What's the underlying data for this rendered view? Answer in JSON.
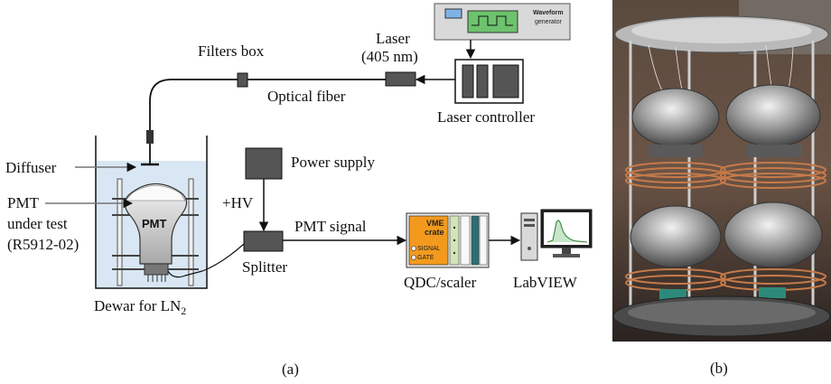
{
  "diagram": {
    "labels": {
      "filters_box": "Filters box",
      "laser_line1": "Laser",
      "laser_line2": "(405 nm)",
      "optical_fiber": "Optical fiber",
      "laser_controller": "Laser controller",
      "waveform_line1": "Waveform",
      "waveform_line2": "generator",
      "diffuser": "Diffuser",
      "pmt_line1": "PMT",
      "pmt_line2": "under test",
      "pmt_line3": "(R5912-02)",
      "pmt_body": "PMT",
      "dewar": "Dewar for LN",
      "dewar_sub": "2",
      "power_supply": "Power supply",
      "hv": "+HV",
      "splitter": "Splitter",
      "pmt_signal": "PMT signal",
      "vme_line1": "VME",
      "vme_line2": "crate",
      "signal": "SIGNAL",
      "gate": "GATE",
      "qdc": "QDC/scaler",
      "labview": "LabVIEW"
    },
    "caption_a": "(a)",
    "caption_b": "(b)"
  }
}
